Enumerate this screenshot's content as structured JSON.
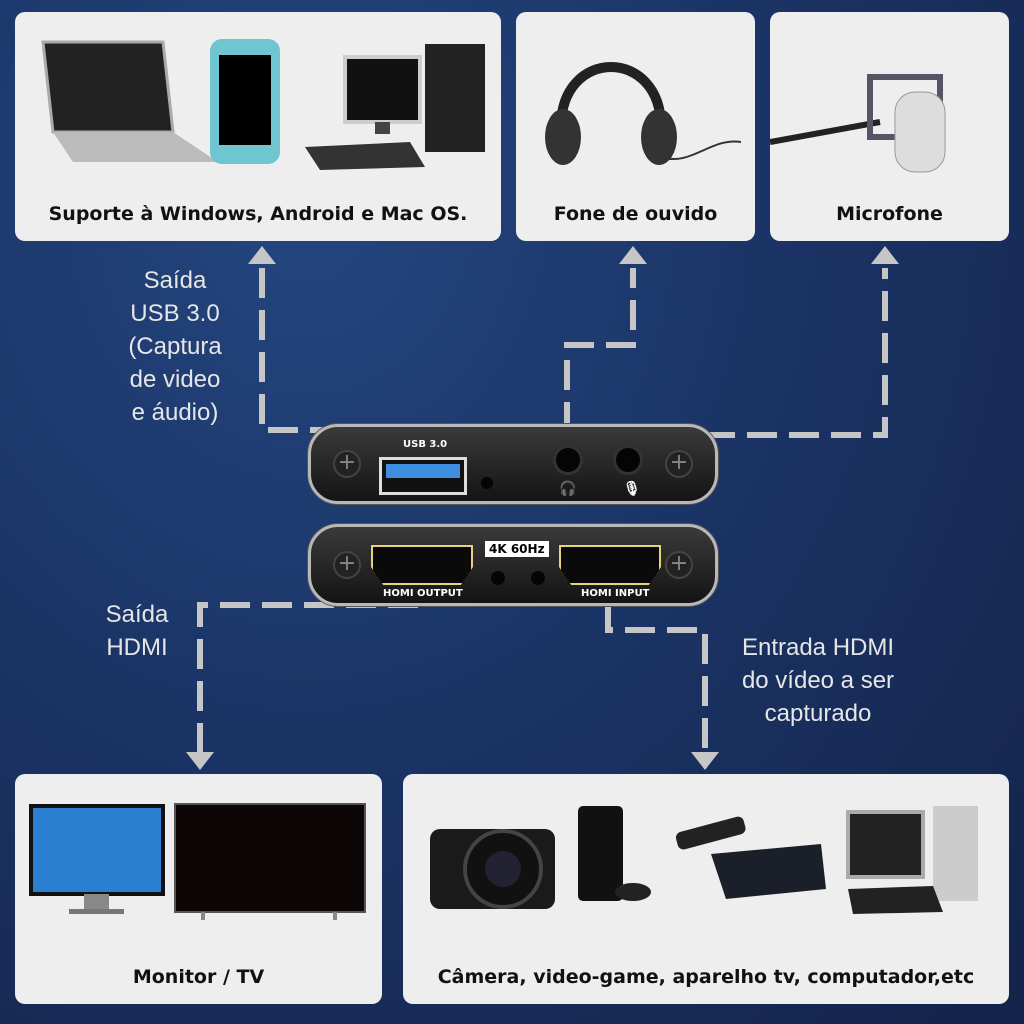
{
  "cards": {
    "computers": "Suporte à Windows, Android e Mac OS.",
    "headphones": "Fone de ouvido",
    "microphone": "Microfone",
    "monitor": "Monitor / TV",
    "sources": "Câmera, video-game, aparelho tv, computador,etc"
  },
  "captions": {
    "usb": [
      "Saída",
      "USB 3.0",
      "(Captura",
      "de video",
      "e áudio)"
    ],
    "hdmi_out": [
      "Saída",
      "HDMI"
    ],
    "hdmi_in": [
      "Entrada HDMI",
      "do vídeo a ser",
      "capturado"
    ]
  },
  "device": {
    "usb_label": "USB 3.0",
    "badge": "4K 60Hz",
    "hdmi_output": "HOMI OUTPUT",
    "hdmi_input": "HOMI INPUT"
  },
  "colors": {
    "background": "#1b3466",
    "card": "#eeeeee",
    "line": "#c8c8c8",
    "usb_port": "#3f8fe0"
  }
}
